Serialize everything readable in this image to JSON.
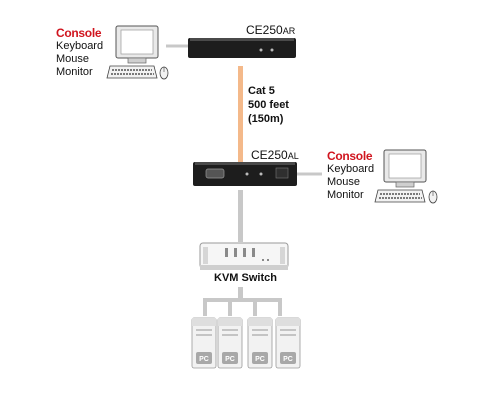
{
  "console_top": {
    "title": "Console",
    "items": [
      "Keyboard",
      "Mouse",
      "Monitor"
    ]
  },
  "console_right": {
    "title": "Console",
    "items": [
      "Keyboard",
      "Mouse",
      "Monitor"
    ]
  },
  "remote_unit": {
    "model": "CE250",
    "suffix": "AR"
  },
  "local_unit": {
    "model": "CE250",
    "suffix": "AL"
  },
  "cable": {
    "lines": [
      "Cat 5",
      "500 feet",
      "(150m)"
    ]
  },
  "kvm_switch": {
    "label": "KVM Switch"
  },
  "pcs": [
    {
      "label": "PC"
    },
    {
      "label": "PC"
    },
    {
      "label": "PC"
    },
    {
      "label": "PC"
    }
  ],
  "colors": {
    "accent_red": "#d0151f",
    "cable_orange": "#f4b98a",
    "link_gray": "#c8c8c8"
  }
}
